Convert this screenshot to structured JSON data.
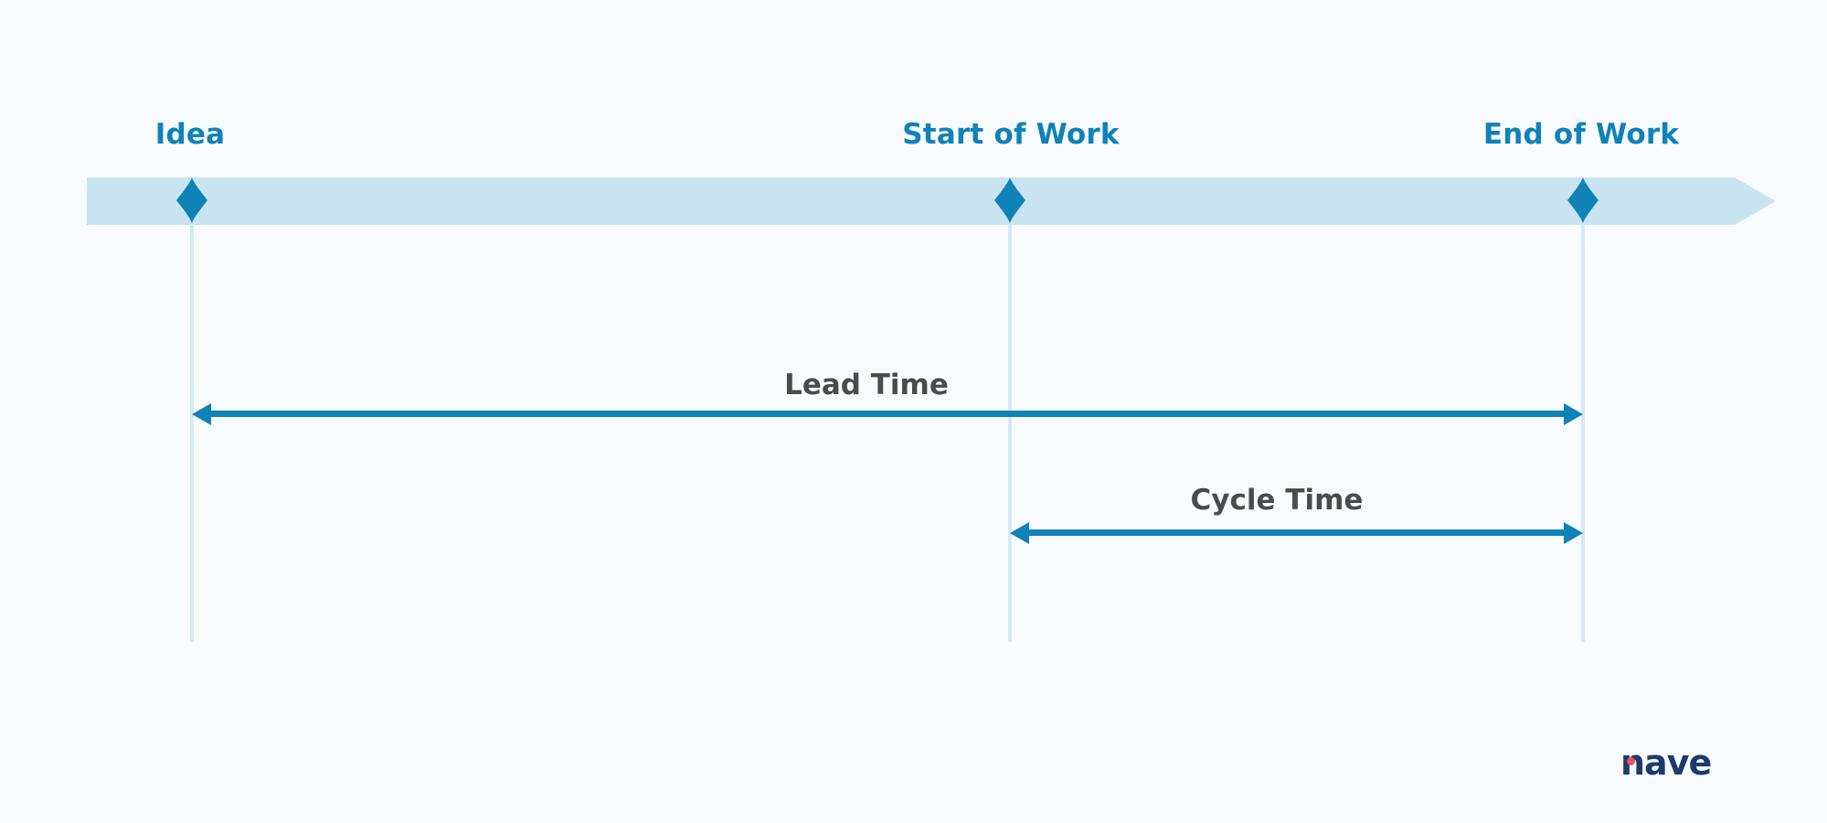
{
  "colors": {
    "bg": "#f8fbfe",
    "band": "#c8e4f0",
    "accent": "#0f82b8",
    "guide": "#d5e9f4",
    "measure_text": "#4b4b4b",
    "logo_navy": "#1e3a6b",
    "logo_dot": "#e4555c"
  },
  "timeline": {
    "milestones": [
      {
        "id": "idea",
        "label": "Idea"
      },
      {
        "id": "start-of-work",
        "label": "Start of Work"
      },
      {
        "id": "end-of-work",
        "label": "End of Work"
      }
    ]
  },
  "measures": [
    {
      "id": "lead-time",
      "label": "Lead Time",
      "from": "Idea",
      "to": "End of Work"
    },
    {
      "id": "cycle-time",
      "label": "Cycle Time",
      "from": "Start of Work",
      "to": "End of Work"
    }
  ],
  "logo": {
    "text": "nave"
  }
}
